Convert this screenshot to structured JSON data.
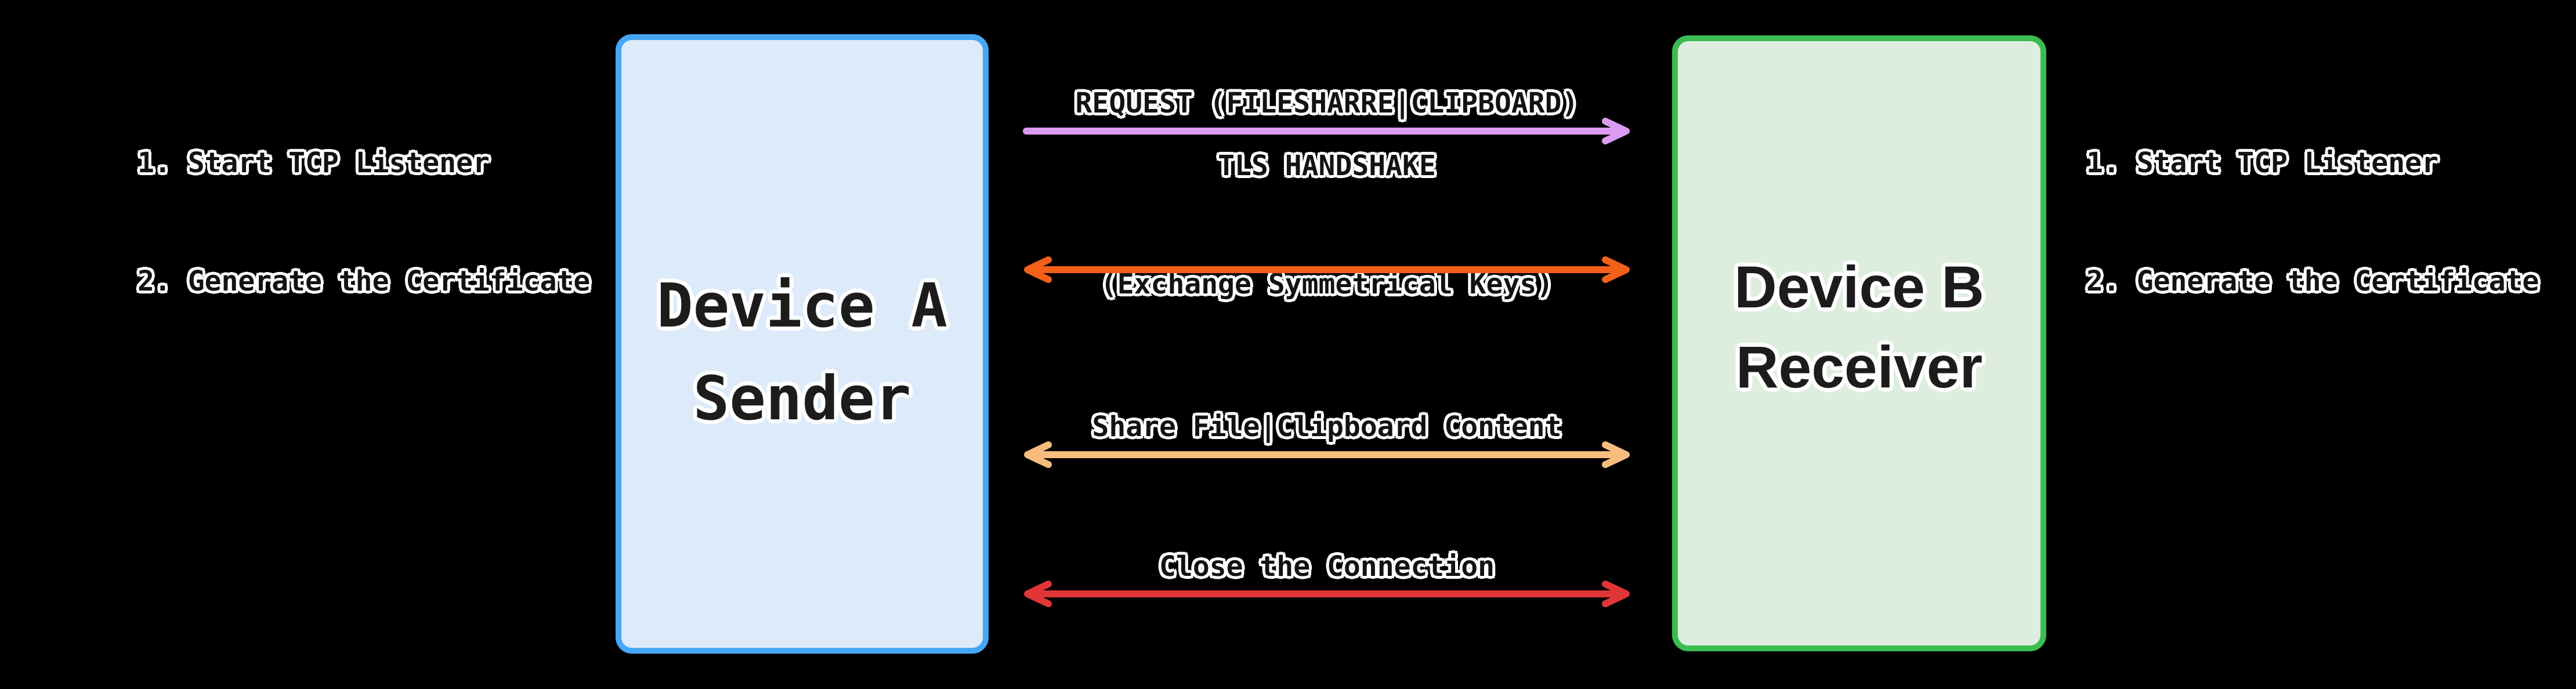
{
  "background_color": "#000000",
  "notes_left": {
    "lines": [
      "1. Start TCP Listener",
      "2. Generate the Certificate"
    ]
  },
  "notes_right": {
    "lines": [
      "1. Start TCP Listener",
      "2. Generate the Certificate"
    ]
  },
  "device_a": {
    "name": "Device A",
    "role": "Sender",
    "border_color": "#47A7F5",
    "fill_color": "#DCEAFA"
  },
  "device_b": {
    "name": "Device B",
    "role": "Receiver",
    "border_color": "#3CBC50",
    "fill_color": "#DDEEDE"
  },
  "messages": [
    {
      "labels": [
        "REQUEST (FILESHARRE|CLIPBOARD)"
      ],
      "arrow_color": "#DC9BF2",
      "direction": "right"
    },
    {
      "labels": [
        "TLS HANDSHAKE",
        "(Exchange Symmetrical Keys)"
      ],
      "arrow_color": "#F2601A",
      "direction": "both"
    },
    {
      "labels": [
        "Share File|Clipboard Content"
      ],
      "arrow_color": "#F8BD7D",
      "direction": "both"
    },
    {
      "labels": [
        "Close the Connection"
      ],
      "arrow_color": "#E13638",
      "direction": "both"
    }
  ]
}
